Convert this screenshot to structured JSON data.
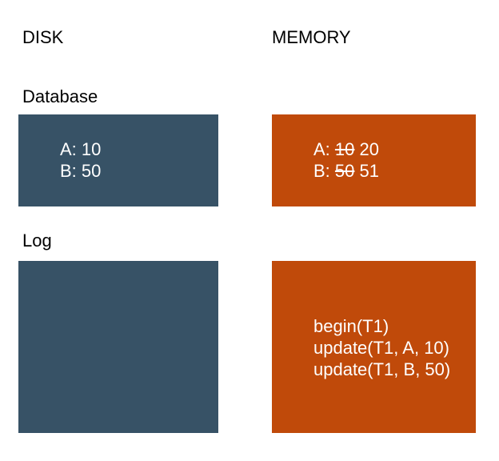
{
  "colors": {
    "disk_box": "#375266",
    "memory_box": "#c04a0a"
  },
  "disk": {
    "heading": "DISK",
    "database_label": "Database",
    "log_label": "Log",
    "database_values": {
      "a": "A: 10",
      "b": "B: 50"
    }
  },
  "memory": {
    "heading": "MEMORY",
    "database_values": {
      "a_prefix": "A:",
      "a_old": "10",
      "a_new": "20",
      "b_prefix": "B:",
      "b_old": "50",
      "b_new": "51"
    },
    "log_entries": [
      "begin(T1)",
      "update(T1, A, 10)",
      "update(T1, B, 50)"
    ]
  }
}
